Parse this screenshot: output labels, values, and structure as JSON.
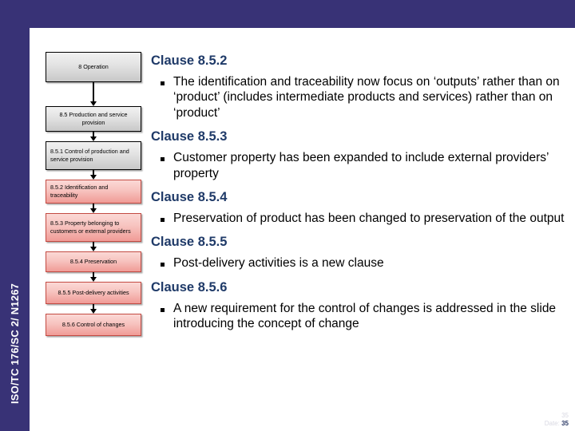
{
  "slide": {
    "side_rail_label": "ISO/TC 176/SC 2/ N1267",
    "accent_color": "#383276",
    "heading_color": "#1f3a68",
    "box_gray_color": "#e2e2e2",
    "box_pink_color": "#f7c3bf"
  },
  "flowchart": {
    "nodes": [
      {
        "id": "n0",
        "label": "8 Operation",
        "style": "gray",
        "align": "center"
      },
      {
        "id": "n1",
        "label": "8.5 Production and service provision",
        "style": "gray",
        "align": "center"
      },
      {
        "id": "n2",
        "label": "8.5.1 Control of production and service provision",
        "style": "gray",
        "align": "left"
      },
      {
        "id": "n3",
        "label": "8.5.2 Identification and traceability",
        "style": "pink",
        "align": "left"
      },
      {
        "id": "n4",
        "label": "8.5.3 Property belonging to customers or external providers",
        "style": "pink",
        "align": "left"
      },
      {
        "id": "n5",
        "label": "8.5.4 Preservation",
        "style": "pink",
        "align": "center"
      },
      {
        "id": "n6",
        "label": "8.5.5 Post-delivery activities",
        "style": "pink",
        "align": "center"
      },
      {
        "id": "n7",
        "label": "8.5.6 Control of changes",
        "style": "pink",
        "align": "center"
      }
    ]
  },
  "content": {
    "sections": [
      {
        "heading": "Clause 8.5.2",
        "bullet": "The identification and traceability now focus on ‘outputs’ rather than on ‘product’ (includes intermediate products and services) rather than on ‘product’"
      },
      {
        "heading": "Clause 8.5.3",
        "bullet": "Customer property has been expanded to include external providers’ property"
      },
      {
        "heading": "Clause 8.5.4",
        "bullet": "Preservation of product has been changed to preservation of the output"
      },
      {
        "heading": "Clause 8.5.5",
        "bullet": "Post-delivery activities is a new clause"
      },
      {
        "heading": "Clause 8.5.6",
        "bullet": "A new requirement for the control of changes is addressed in the slide introducing the concept of change"
      }
    ]
  },
  "footer": {
    "page_faint": "35",
    "date_label": "Date:",
    "page_number": "35"
  }
}
